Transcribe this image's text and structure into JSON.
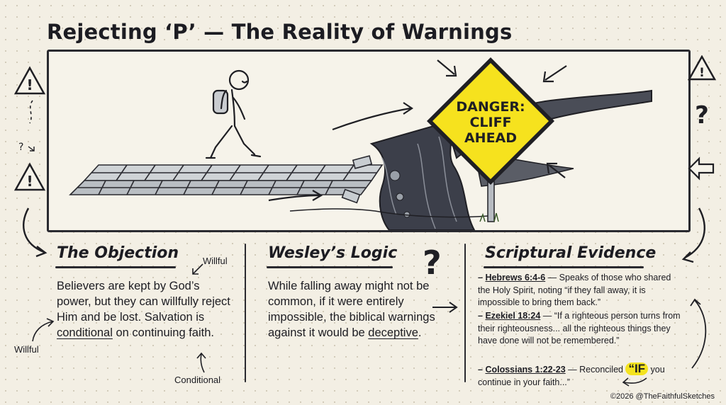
{
  "title": "Rejecting ‘P’ — The Reality of Warnings",
  "sign": {
    "line1": "DANGER:",
    "line2": "CLIFF",
    "line3": "AHEAD"
  },
  "objection": {
    "heading": "The Objection",
    "text_a": "Believers are kept by God’s power, but they can willfully reject Him and be lost. Salvation is ",
    "text_b": "conditional",
    "text_c": " on continuing faith.",
    "note_top": "Willful",
    "note_left": "Willful",
    "note_bottom": "Conditional"
  },
  "wesley": {
    "heading": "Wesley’s Logic",
    "text_a": "While falling away might not be common, if it were entirely impossible, the biblical warnings against it would be ",
    "text_b": "deceptive",
    "text_c": "."
  },
  "evidence": {
    "heading": "Scriptural Evidence",
    "item1_ref": "Hebrews 6:4-6",
    "item1_text": " — Speaks of those who shared the Holy Spirit, noting “if they fall away, it is impossible to bring them back.”",
    "item2_ref": "Ezekiel 18:24",
    "item2_text": " — “If a righteous person turns from their righteousness... all the righteous things they have done will not be remembered.”",
    "item3_ref": "Colossians 1:22-23",
    "item3_text_a": " — Reconciled ",
    "item3_if": "“IF",
    "item3_text_b": " you continue in your faith...”"
  },
  "credit": "©2026 @TheFaithfulSketches",
  "colors": {
    "sign_yellow": "#f6e21e",
    "ink": "#1f1f24",
    "paper": "#f3efe4"
  },
  "icons": [
    "warning-icon",
    "question-mark-icon",
    "arrow-left-icon",
    "hiker-figure",
    "cliff-chasm"
  ]
}
